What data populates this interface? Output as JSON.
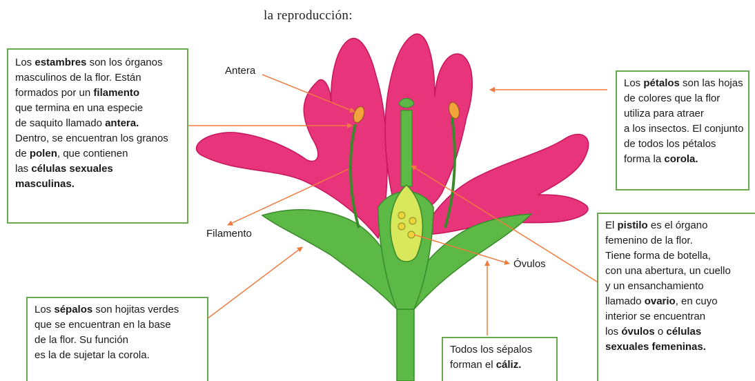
{
  "caption": "la reproducción:",
  "labels": {
    "antera": "Antera",
    "filamento": "Filamento",
    "ovulos": "Óvulos"
  },
  "boxes": {
    "estambres": [
      [
        "Los ",
        "[b]estambres",
        " son los órganos"
      ],
      [
        "masculinos de la flor. Están"
      ],
      [
        "formados por un ",
        "[b]filamento"
      ],
      [
        "que termina en una especie"
      ],
      [
        "de saquito llamado ",
        "[b]antera."
      ],
      [
        "Dentro, se encuentran los granos"
      ],
      [
        "de ",
        "[b]polen",
        ", que contienen"
      ],
      [
        "las ",
        "[b]células sexuales"
      ],
      [
        "[b]masculinas."
      ]
    ],
    "petalos": [
      [
        "Los ",
        "[b]pétalos",
        " son las hojas"
      ],
      [
        "de colores que la flor"
      ],
      [
        "utiliza para atraer"
      ],
      [
        "a los insectos. El conjunto"
      ],
      [
        "de todos los pétalos"
      ],
      [
        "forma la ",
        "[b]corola."
      ]
    ],
    "pistilo": [
      [
        "El ",
        "[b]pistilo",
        " es el órgano"
      ],
      [
        "femenino de la flor."
      ],
      [
        "Tiene forma de botella,"
      ],
      [
        "con una abertura, un cuello"
      ],
      [
        "y un ensanchamiento"
      ],
      [
        "llamado ",
        "[b]ovario",
        ", en cuyo"
      ],
      [
        "interior se encuentran"
      ],
      [
        "los ",
        "[b]óvulos",
        " o ",
        "[b]células"
      ],
      [
        "[b]sexuales femeninas."
      ]
    ],
    "sepalos": [
      [
        "Los ",
        "[b]sépalos",
        " son hojitas verdes"
      ],
      [
        "que se encuentran en la base"
      ],
      [
        "de la flor. Su función"
      ],
      [
        "es la de sujetar la corola."
      ]
    ],
    "caliz": [
      [
        "Todos los sépalos"
      ],
      [
        "forman el ",
        "[b]cáliz."
      ]
    ]
  },
  "colors": {
    "petal": "#e8347a",
    "petal_dark": "#c4175b",
    "stem": "#5cb945",
    "stem_dark": "#3a8a2c",
    "ovary": "#d9e85a",
    "anther": "#f2a33a",
    "arrow": "#f07b3f",
    "box_border": "#6aa84f"
  }
}
